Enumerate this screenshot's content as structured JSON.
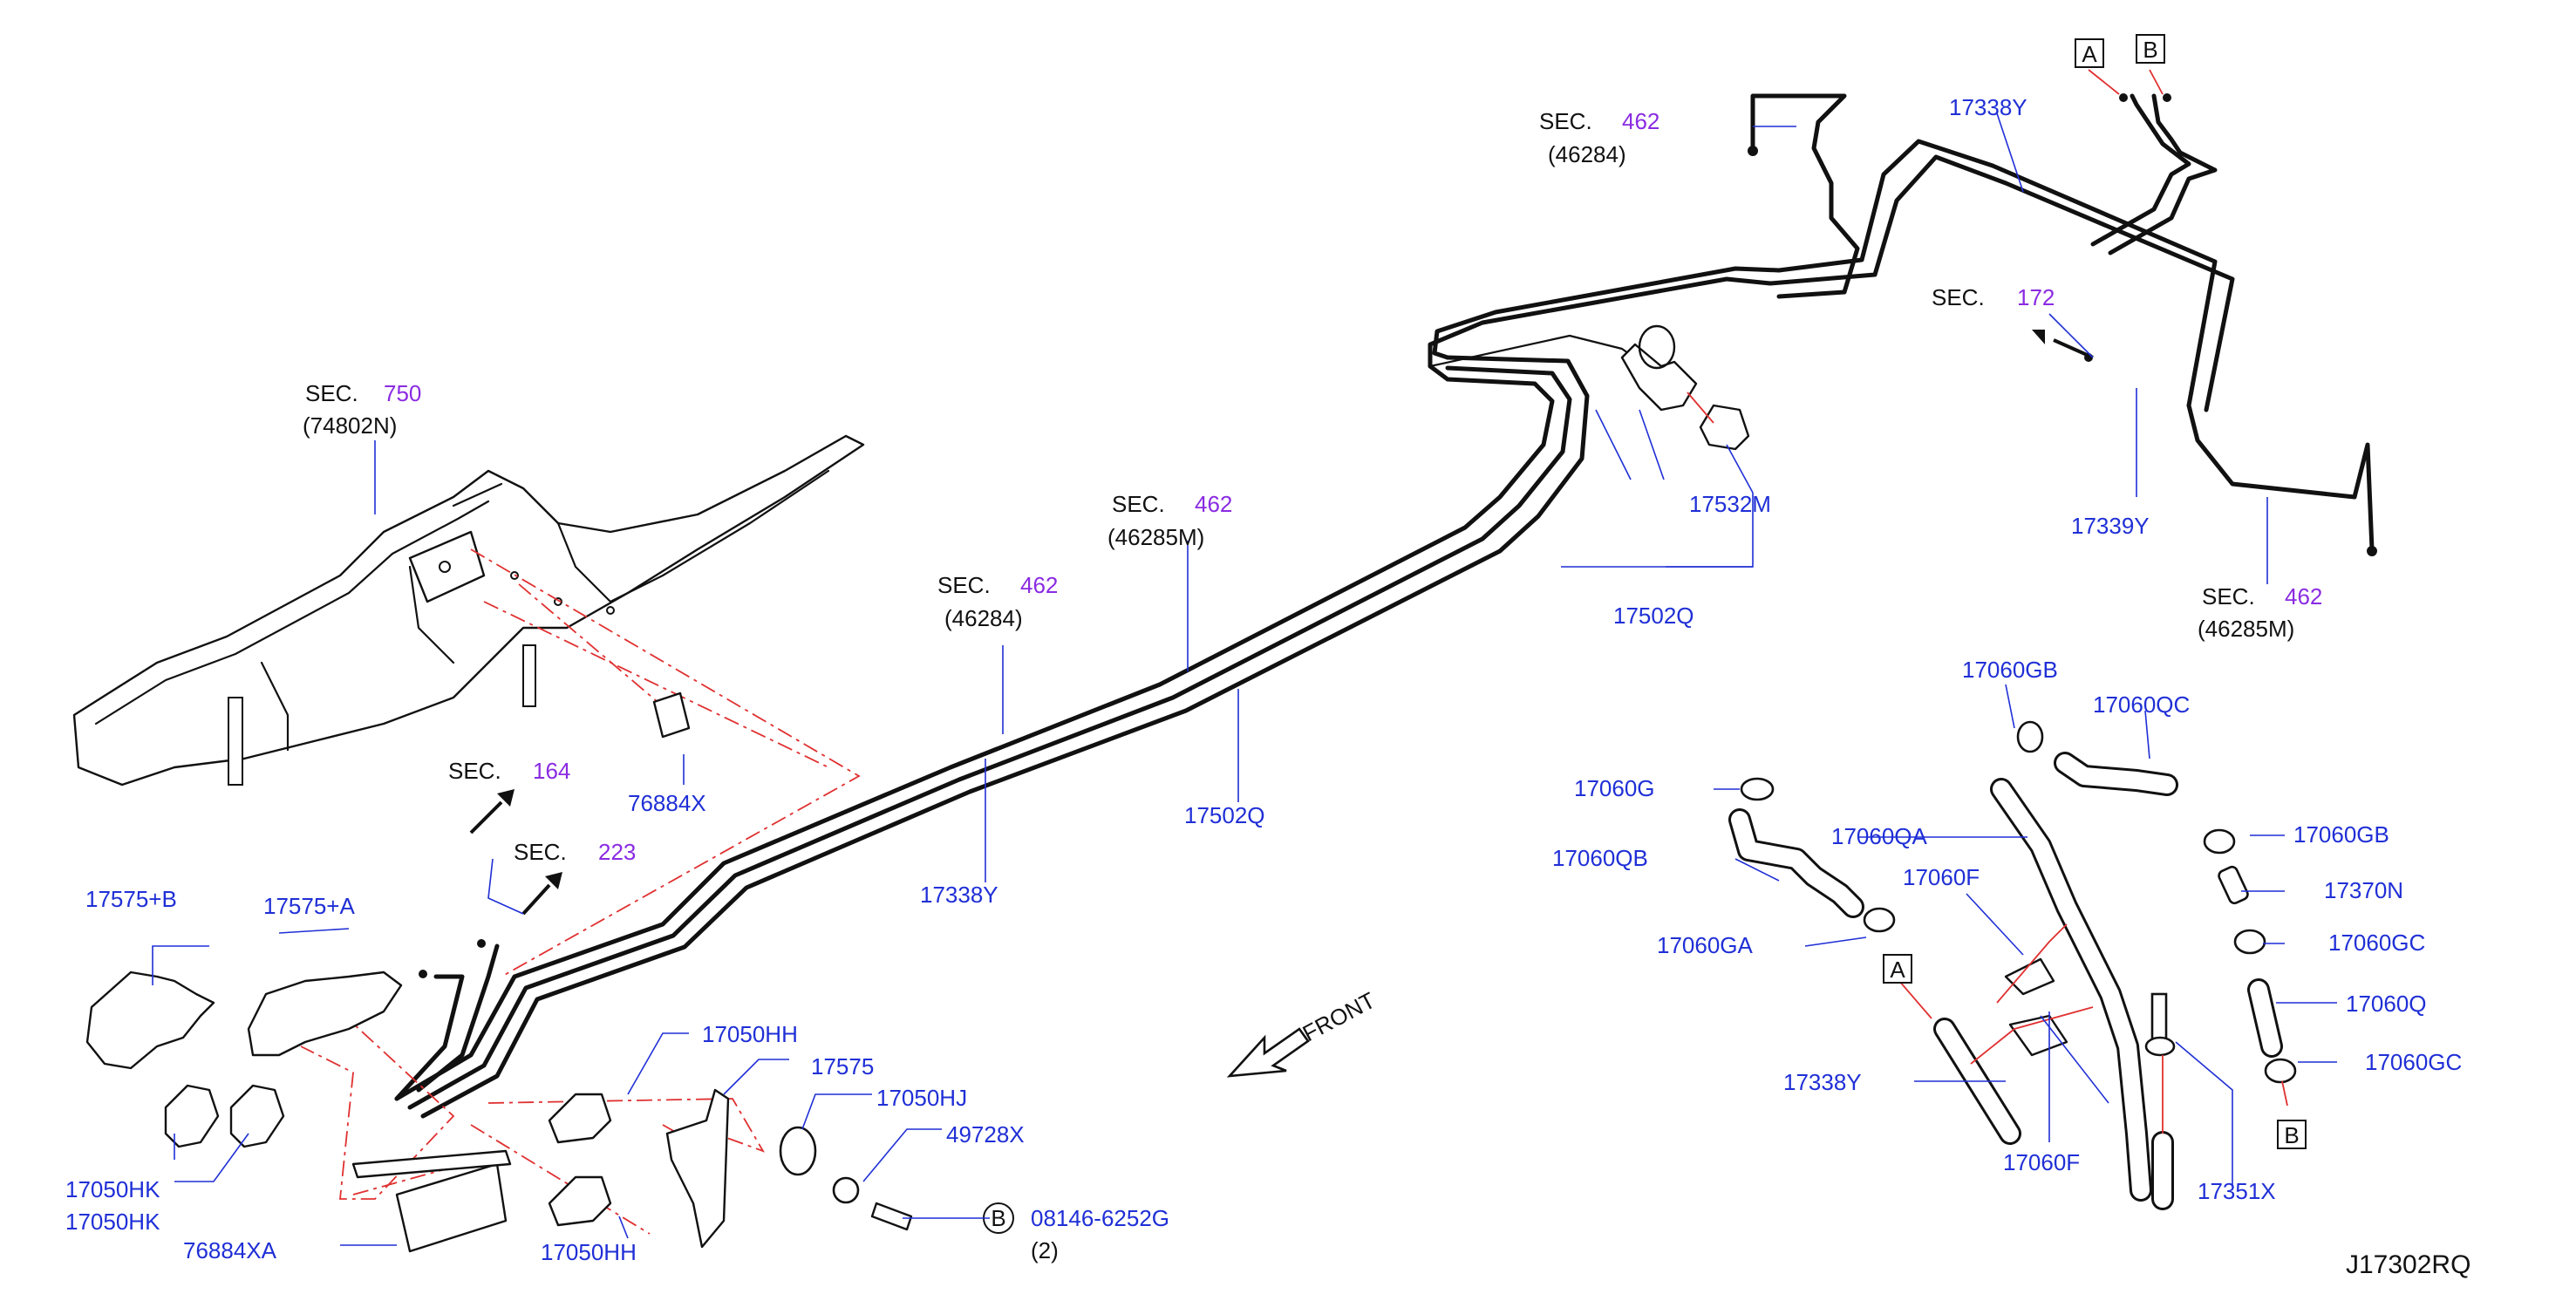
{
  "diagram_code": "J17302RQ",
  "front_label": "FRONT",
  "sections": {
    "sec750": {
      "prefix": "SEC.",
      "num": "750",
      "sub": "(74802N)"
    },
    "sec164": {
      "prefix": "SEC.",
      "num": "164"
    },
    "sec223": {
      "prefix": "SEC.",
      "num": "223"
    },
    "sec462_46284_mid": {
      "prefix": "SEC.",
      "num": "462",
      "sub": "(46284)"
    },
    "sec462_46285M_mid": {
      "prefix": "SEC.",
      "num": "462",
      "sub": "(46285M)"
    },
    "sec462_46284_top": {
      "prefix": "SEC.",
      "num": "462",
      "sub": "(46284)"
    },
    "sec172": {
      "prefix": "SEC.",
      "num": "172"
    },
    "sec462_46285M_right": {
      "prefix": "SEC.",
      "num": "462",
      "sub": "(46285M)"
    }
  },
  "parts": {
    "p17338Y_top": "17338Y",
    "p17532M": "17532M",
    "p17502Q_right": "17502Q",
    "p17339Y": "17339Y",
    "p17502Q_mid": "17502Q",
    "p17338Y_mid": "17338Y",
    "p76884X": "76884X",
    "p17575B": "17575+B",
    "p17575A": "17575+A",
    "p17050HK_1": "17050HK",
    "p17050HK_2": "17050HK",
    "p76884XA": "76884XA",
    "p17050HH_top": "17050HH",
    "p17575": "17575",
    "p17050HJ": "17050HJ",
    "p49728X": "49728X",
    "p08146": "08146-6252G",
    "p08146_qty": "(2)",
    "p17050HH_bot": "17050HH",
    "p17060GB_top": "17060GB",
    "p17060QC": "17060QC",
    "p17060G": "17060G",
    "p17060QB": "17060QB",
    "p17060QA": "17060QA",
    "p17060GB_right": "17060GB",
    "p17060F_top": "17060F",
    "p17370N": "17370N",
    "p17060GA": "17060GA",
    "p17060GC_1": "17060GC",
    "p17060Q": "17060Q",
    "p17060GC_2": "17060GC",
    "p17338Y_right": "17338Y",
    "p17060F_bot": "17060F",
    "p17351X": "17351X"
  },
  "refs": {
    "A": "A",
    "B": "B"
  },
  "colors": {
    "part_number": "#1f2fd6",
    "section_number": "#8a2be2",
    "dashed_guide": "#e03030"
  }
}
